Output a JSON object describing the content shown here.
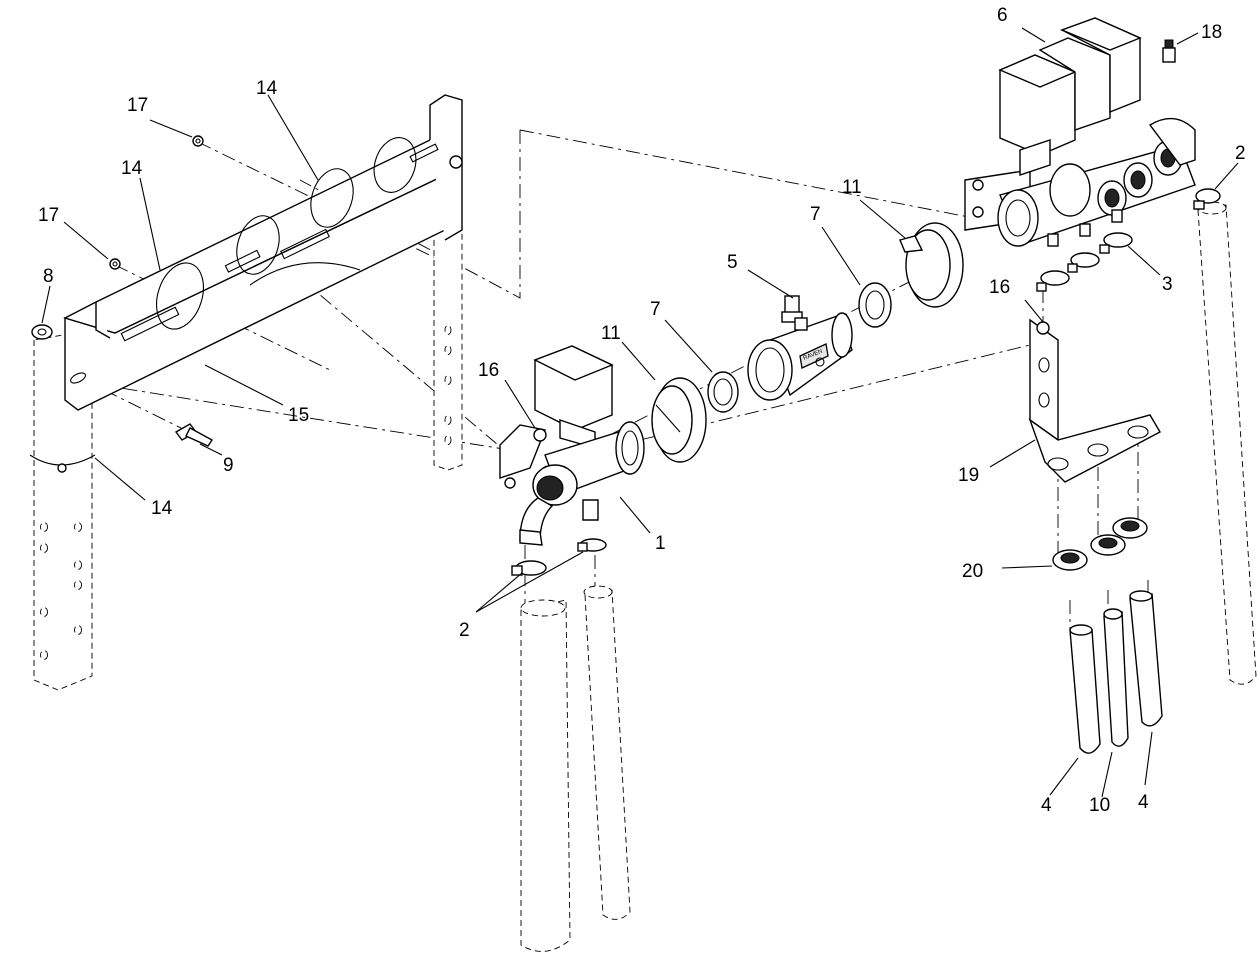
{
  "callouts": [
    {
      "id": "c-6",
      "text": "6"
    },
    {
      "id": "c-18",
      "text": "18"
    },
    {
      "id": "c-2-r",
      "text": "2"
    },
    {
      "id": "c-3",
      "text": "3"
    },
    {
      "id": "c-16-r",
      "text": "16"
    },
    {
      "id": "c-19",
      "text": "19"
    },
    {
      "id": "c-20",
      "text": "20"
    },
    {
      "id": "c-4-a",
      "text": "4"
    },
    {
      "id": "c-10",
      "text": "10"
    },
    {
      "id": "c-4-b",
      "text": "4"
    },
    {
      "id": "c-11-r",
      "text": "11"
    },
    {
      "id": "c-7-r",
      "text": "7"
    },
    {
      "id": "c-5",
      "text": "5"
    },
    {
      "id": "c-7-l",
      "text": "7"
    },
    {
      "id": "c-11-l",
      "text": "11"
    },
    {
      "id": "c-16-l",
      "text": "16"
    },
    {
      "id": "c-1",
      "text": "1"
    },
    {
      "id": "c-2-l",
      "text": "2"
    },
    {
      "id": "c-14-t",
      "text": "14"
    },
    {
      "id": "c-17-t",
      "text": "17"
    },
    {
      "id": "c-14-m",
      "text": "14"
    },
    {
      "id": "c-17-m",
      "text": "17"
    },
    {
      "id": "c-8",
      "text": "8"
    },
    {
      "id": "c-15",
      "text": "15"
    },
    {
      "id": "c-9",
      "text": "9"
    },
    {
      "id": "c-14-b",
      "text": "14"
    }
  ],
  "flowmeter_label": "RAVEN"
}
